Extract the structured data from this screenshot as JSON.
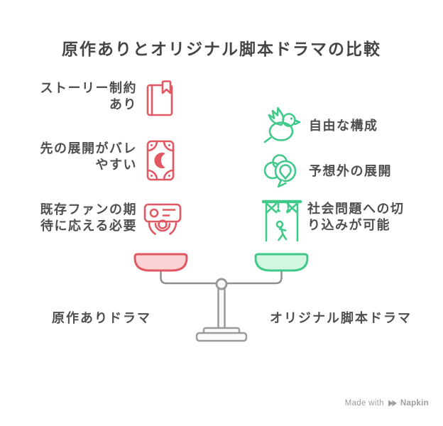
{
  "title": "原作ありとオリジナル脚本ドラマの比較",
  "left_column": {
    "items": [
      {
        "label": "ストーリー制約あり",
        "icon": "book-icon"
      },
      {
        "label": "先の展開がバレやすい",
        "icon": "tarot-card-icon"
      },
      {
        "label": "既存ファンの期待に応える必要",
        "icon": "security-camera-icon"
      }
    ]
  },
  "right_column": {
    "items": [
      {
        "label": "自由な構成",
        "icon": "bird-icon"
      },
      {
        "label": "予想外の展開",
        "icon": "speech-bubbles-icon"
      },
      {
        "label": "社会問題への切り込みが可能",
        "icon": "stage-icon"
      }
    ]
  },
  "scale": {
    "left_label": "原作ありドラマ",
    "right_label": "オリジナル脚本ドラマ"
  },
  "watermark": {
    "prefix": "Made with",
    "brand": "Napkin"
  },
  "colors": {
    "negative": "#e25862",
    "negative_fill": "#fbd3d6",
    "positive": "#41c98a",
    "positive_fill": "#d3f6e2",
    "text": "#4e4e4e",
    "beam": "#8f8f8f"
  }
}
